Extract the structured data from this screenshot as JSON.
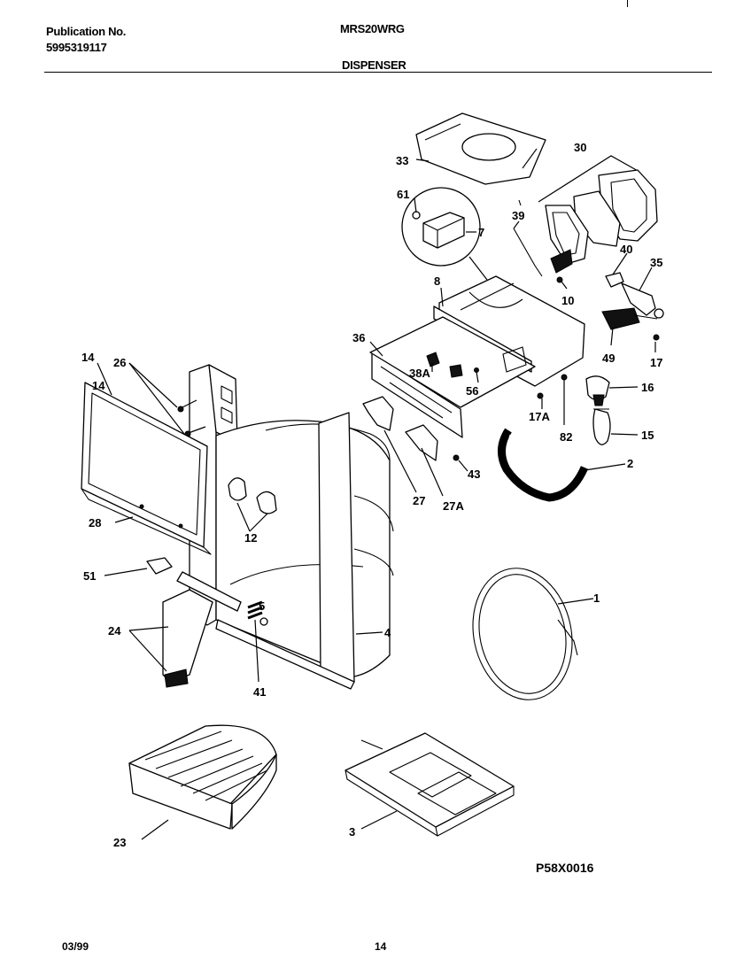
{
  "header": {
    "publication_label": "Publication No.",
    "publication_number": "5995319117",
    "model": "MRS20WRG",
    "section": "DISPENSER"
  },
  "diagram": {
    "part_numbers": {
      "p1": "1",
      "p2": "2",
      "p3": "3",
      "p4": "4",
      "p5": "5",
      "p7": "7",
      "p8": "8",
      "p10": "10",
      "p12": "12",
      "p14a": "14",
      "p14b": "14",
      "p15": "15",
      "p16": "16",
      "p17": "17",
      "p17a": "17A",
      "p23": "23",
      "p24": "24",
      "p26": "26",
      "p27": "27",
      "p27a": "27A",
      "p28": "28",
      "p30": "30",
      "p33": "33",
      "p35": "35",
      "p36": "36",
      "p38a": "38A",
      "p39": "39",
      "p40": "40",
      "p41": "41",
      "p43": "43",
      "p49": "49",
      "p51": "51",
      "p56": "56",
      "p61": "61",
      "p82": "82"
    },
    "figure_code": "P58X0016"
  },
  "footer": {
    "date": "03/99",
    "page": "14"
  }
}
